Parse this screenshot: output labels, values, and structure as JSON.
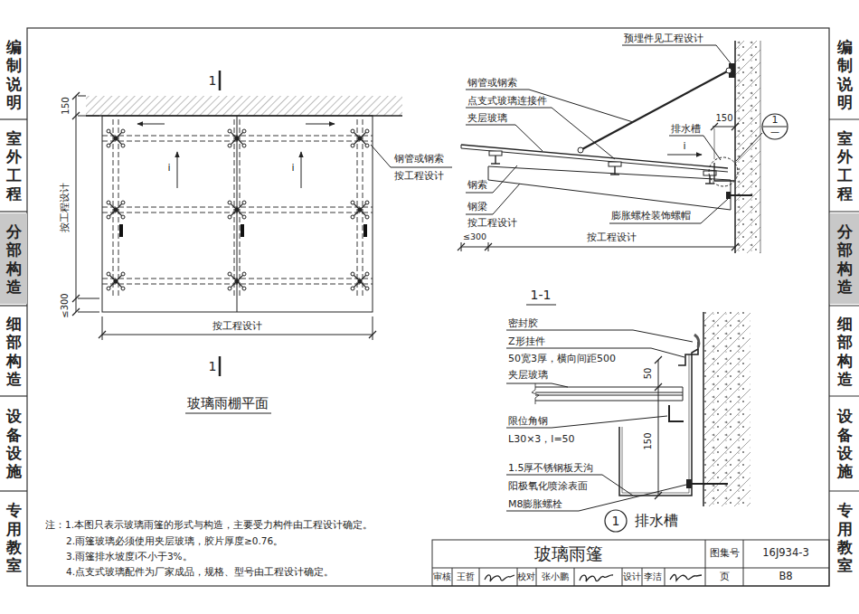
{
  "diagram": {
    "title": "玻璃雨篷",
    "nodes": [
      {
        "text": [
          "编制说明"
        ]
      },
      {
        "text": [
          "室外工程"
        ]
      },
      {
        "text": [
          "分部构造"
        ]
      },
      {
        "text": [
          "细部构造"
        ]
      },
      {
        "text": [
          "设备设施"
        ]
      },
      {
        "text": [
          "专用教室"
        ]
      },
      {
        "text": [
          "1",
          "—"
        ]
      },
      {
        "text": [
          "1",
          "排水槽"
        ]
      },
      {
        "text": [
          "编制说明"
        ]
      },
      {
        "text": [
          "室外工程"
        ]
      },
      {
        "text": [
          "分部构造"
        ]
      },
      {
        "text": [
          "细部构造"
        ]
      },
      {
        "text": [
          "设备设施"
        ]
      },
      {
        "text": [
          "专用教室"
        ]
      }
    ],
    "labels": [
      "1",
      "1",
      "150",
      "按工程设计",
      "≤300",
      "i",
      "i",
      "钢管或钢索",
      "按工程设计",
      "按工程设计",
      "玻璃雨棚平面",
      "预埋件见工程设计",
      "钢管或钢索",
      "点支式玻璃连接件",
      "夹层玻璃",
      "排水槽",
      "150",
      "i",
      "钢索",
      "钢梁",
      "按工程设计",
      "膨胀螺栓装饰螺帽",
      "≤300",
      "按工程设计",
      "1-1",
      "密封胶",
      "Z形挂件",
      "50宽3厚，横向间距500",
      "夹层玻璃",
      "50",
      "150",
      "限位角钢",
      "L30×3，l=50",
      "1.5厚不锈钢板天沟",
      "阳极氧化喷涂表面",
      "M8膨胀螺栓",
      "注：1.本图只表示玻璃雨篷的形式与构造，主要受力构件由工程设计确定。",
      "2.雨篷玻璃必须使用夹层玻璃，胶片厚度≥0.76。",
      "3.雨篷排水坡度i不小于3%。",
      "4.点支式玻璃配件为厂家成品，规格、型号由工程设计确定。",
      "图集号",
      "16J934-3",
      "审核",
      "王哲",
      "校对",
      "张小鹏",
      "设计",
      "李洁",
      "页",
      "B8"
    ]
  }
}
